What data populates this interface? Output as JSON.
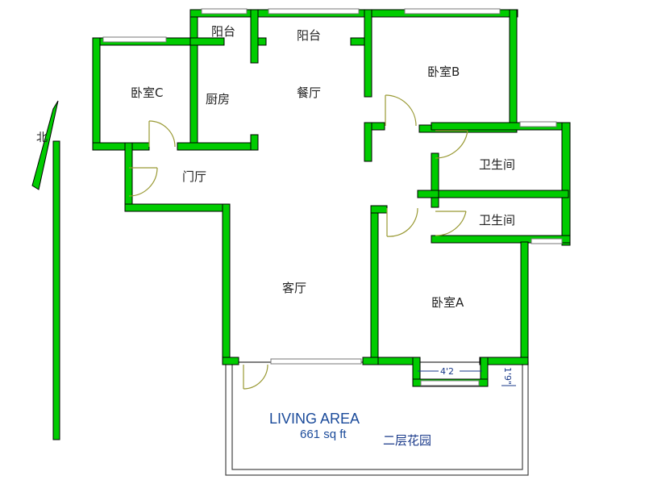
{
  "rooms": {
    "bedroom_c": "卧室C",
    "bedroom_b": "卧室B",
    "bedroom_a": "卧室A",
    "kitchen": "厨房",
    "dining": "餐厅",
    "balcony_small": "阳台",
    "balcony_large": "阳台",
    "foyer": "门厅",
    "bathroom_1": "卫生间",
    "bathroom_2": "卫生间",
    "living_room": "客厅"
  },
  "north": "北",
  "living_area": {
    "title": "LIVING AREA",
    "area": "661 sq ft"
  },
  "garden": "二层花园",
  "dimensions": {
    "width_mark": "4'2",
    "height_mark": "1'9\""
  },
  "colors": {
    "wall": "#00cc00",
    "outline": "#000000",
    "label_blue": "#1a4a9a"
  }
}
